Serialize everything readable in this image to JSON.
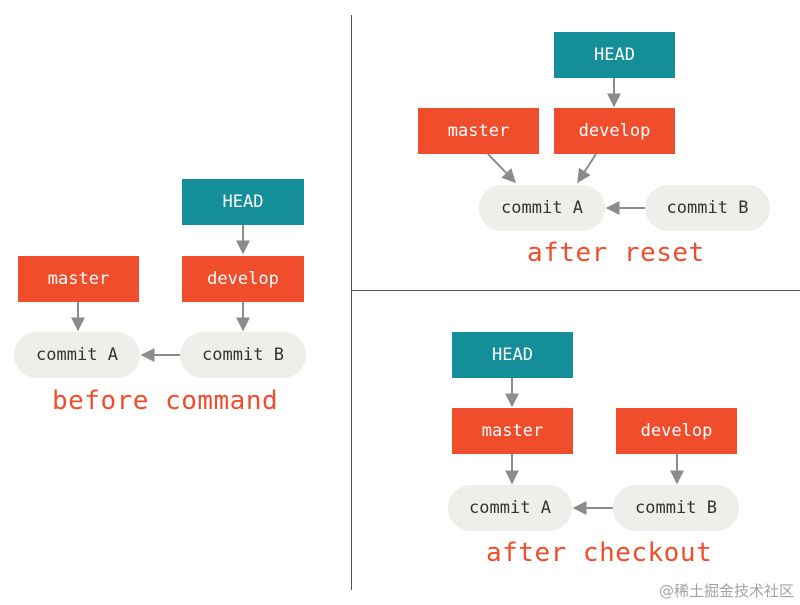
{
  "colors": {
    "ref": "#f04d2c",
    "head": "#148f99",
    "commit": "#eeeeea",
    "arrow": "#8c8c8c",
    "caption": "#f04d2c"
  },
  "panels": {
    "before": {
      "head": "HEAD",
      "master": "master",
      "develop": "develop",
      "commit_a": "commit A",
      "commit_b": "commit B",
      "caption": "before command"
    },
    "reset": {
      "head": "HEAD",
      "master": "master",
      "develop": "develop",
      "commit_a": "commit A",
      "commit_b": "commit B",
      "caption": "after reset"
    },
    "checkout": {
      "head": "HEAD",
      "master": "master",
      "develop": "develop",
      "commit_a": "commit A",
      "commit_b": "commit B",
      "caption": "after checkout"
    }
  },
  "watermark": "@稀土掘金技术社区"
}
